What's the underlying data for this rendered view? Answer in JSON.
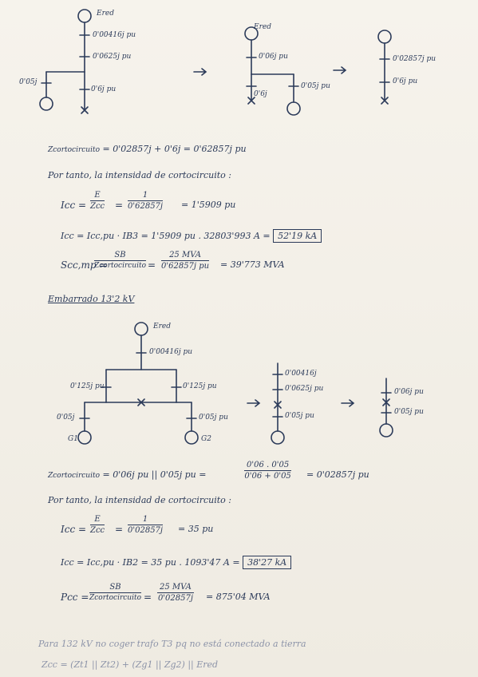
{
  "s1": {
    "d1": {
      "ered": "Ered",
      "z1": "0'00416j pu",
      "z2": "0'0625j pu",
      "zl": "0'05j",
      "zr": "0'6j pu"
    },
    "d2": {
      "ered": "Ered",
      "z1": "0'06j pu",
      "zl": "0'6j",
      "zr": "0'05j pu"
    },
    "d3": {
      "z1": "0'02857j pu",
      "z2": "0'6j pu"
    },
    "zeq_lhs": "Zcortocircuito",
    "zeq_rhs": "= 0'02857j + 0'6j = 0'62857j pu",
    "intro": "Por tanto, la intensidad de cortocircuito :",
    "icc1": {
      "lhs": "Icc =",
      "num1": "E",
      "den1": "Zcc",
      "num2": "1",
      "den2": "0'62857j",
      "res": "= 1'5909 pu"
    },
    "icc2": {
      "lhs": "Icc =",
      "mid": "Icc,pu · IB3 = 1'5909 pu . 32803'993 A =",
      "boxed": "52'19 kA"
    },
    "scc": {
      "lhs": "Scc,mp =",
      "num1": "SB",
      "den1": "Zcortocircuito",
      "num2": "25 MVA",
      "den2": "0'62857j pu",
      "res": "= 39'773 MVA"
    }
  },
  "s2": {
    "heading": "Embarrado 13'2 kV",
    "d1": {
      "ered": "Ered",
      "z1": "0'00416j pu",
      "zl": "0'125j pu",
      "zr": "0'125j pu",
      "gl_z": "0'05j",
      "gr_z": "0'05j pu",
      "g1": "G1",
      "g2": "G2"
    },
    "d2": {
      "z1": "0'00416j",
      "z2": "0'0625j pu",
      "z3": "0'05j pu"
    },
    "d3": {
      "z1": "0'06j pu",
      "z2": "0'05j pu"
    },
    "zeq_lhs": "Zcortocircuito",
    "zeq_mid": "= 0'06j pu || 0'05j pu =",
    "zeq_num": "0'06 . 0'05",
    "zeq_den": "0'06 + 0'05",
    "zeq_res": "= 0'02857j pu",
    "intro": "Por tanto, la intensidad de cortocircuito :",
    "icc1": {
      "lhs": "Icc =",
      "num1": "E",
      "den1": "Zcc",
      "num2": "1",
      "den2": "0'02857j",
      "res": "= 35 pu"
    },
    "icc2": {
      "lhs": "Icc =",
      "mid": "Icc,pu · IB2 = 35 pu . 1093'47 A =",
      "boxed": "38'27 kA"
    },
    "pcc": {
      "lhs": "Pcc =",
      "num1": "SB",
      "den1": "Zcortocircuito",
      "num2": "25 MVA",
      "den2": "0'02857j",
      "res": "= 875'04 MVA"
    }
  },
  "footer": {
    "line1": "Para 132 kV no coger trafo T3 pq no está conectado a tierra",
    "line2": "Zcc = (Zt1 || Zt2) + (Zg1 || Zg2) || Ered"
  }
}
